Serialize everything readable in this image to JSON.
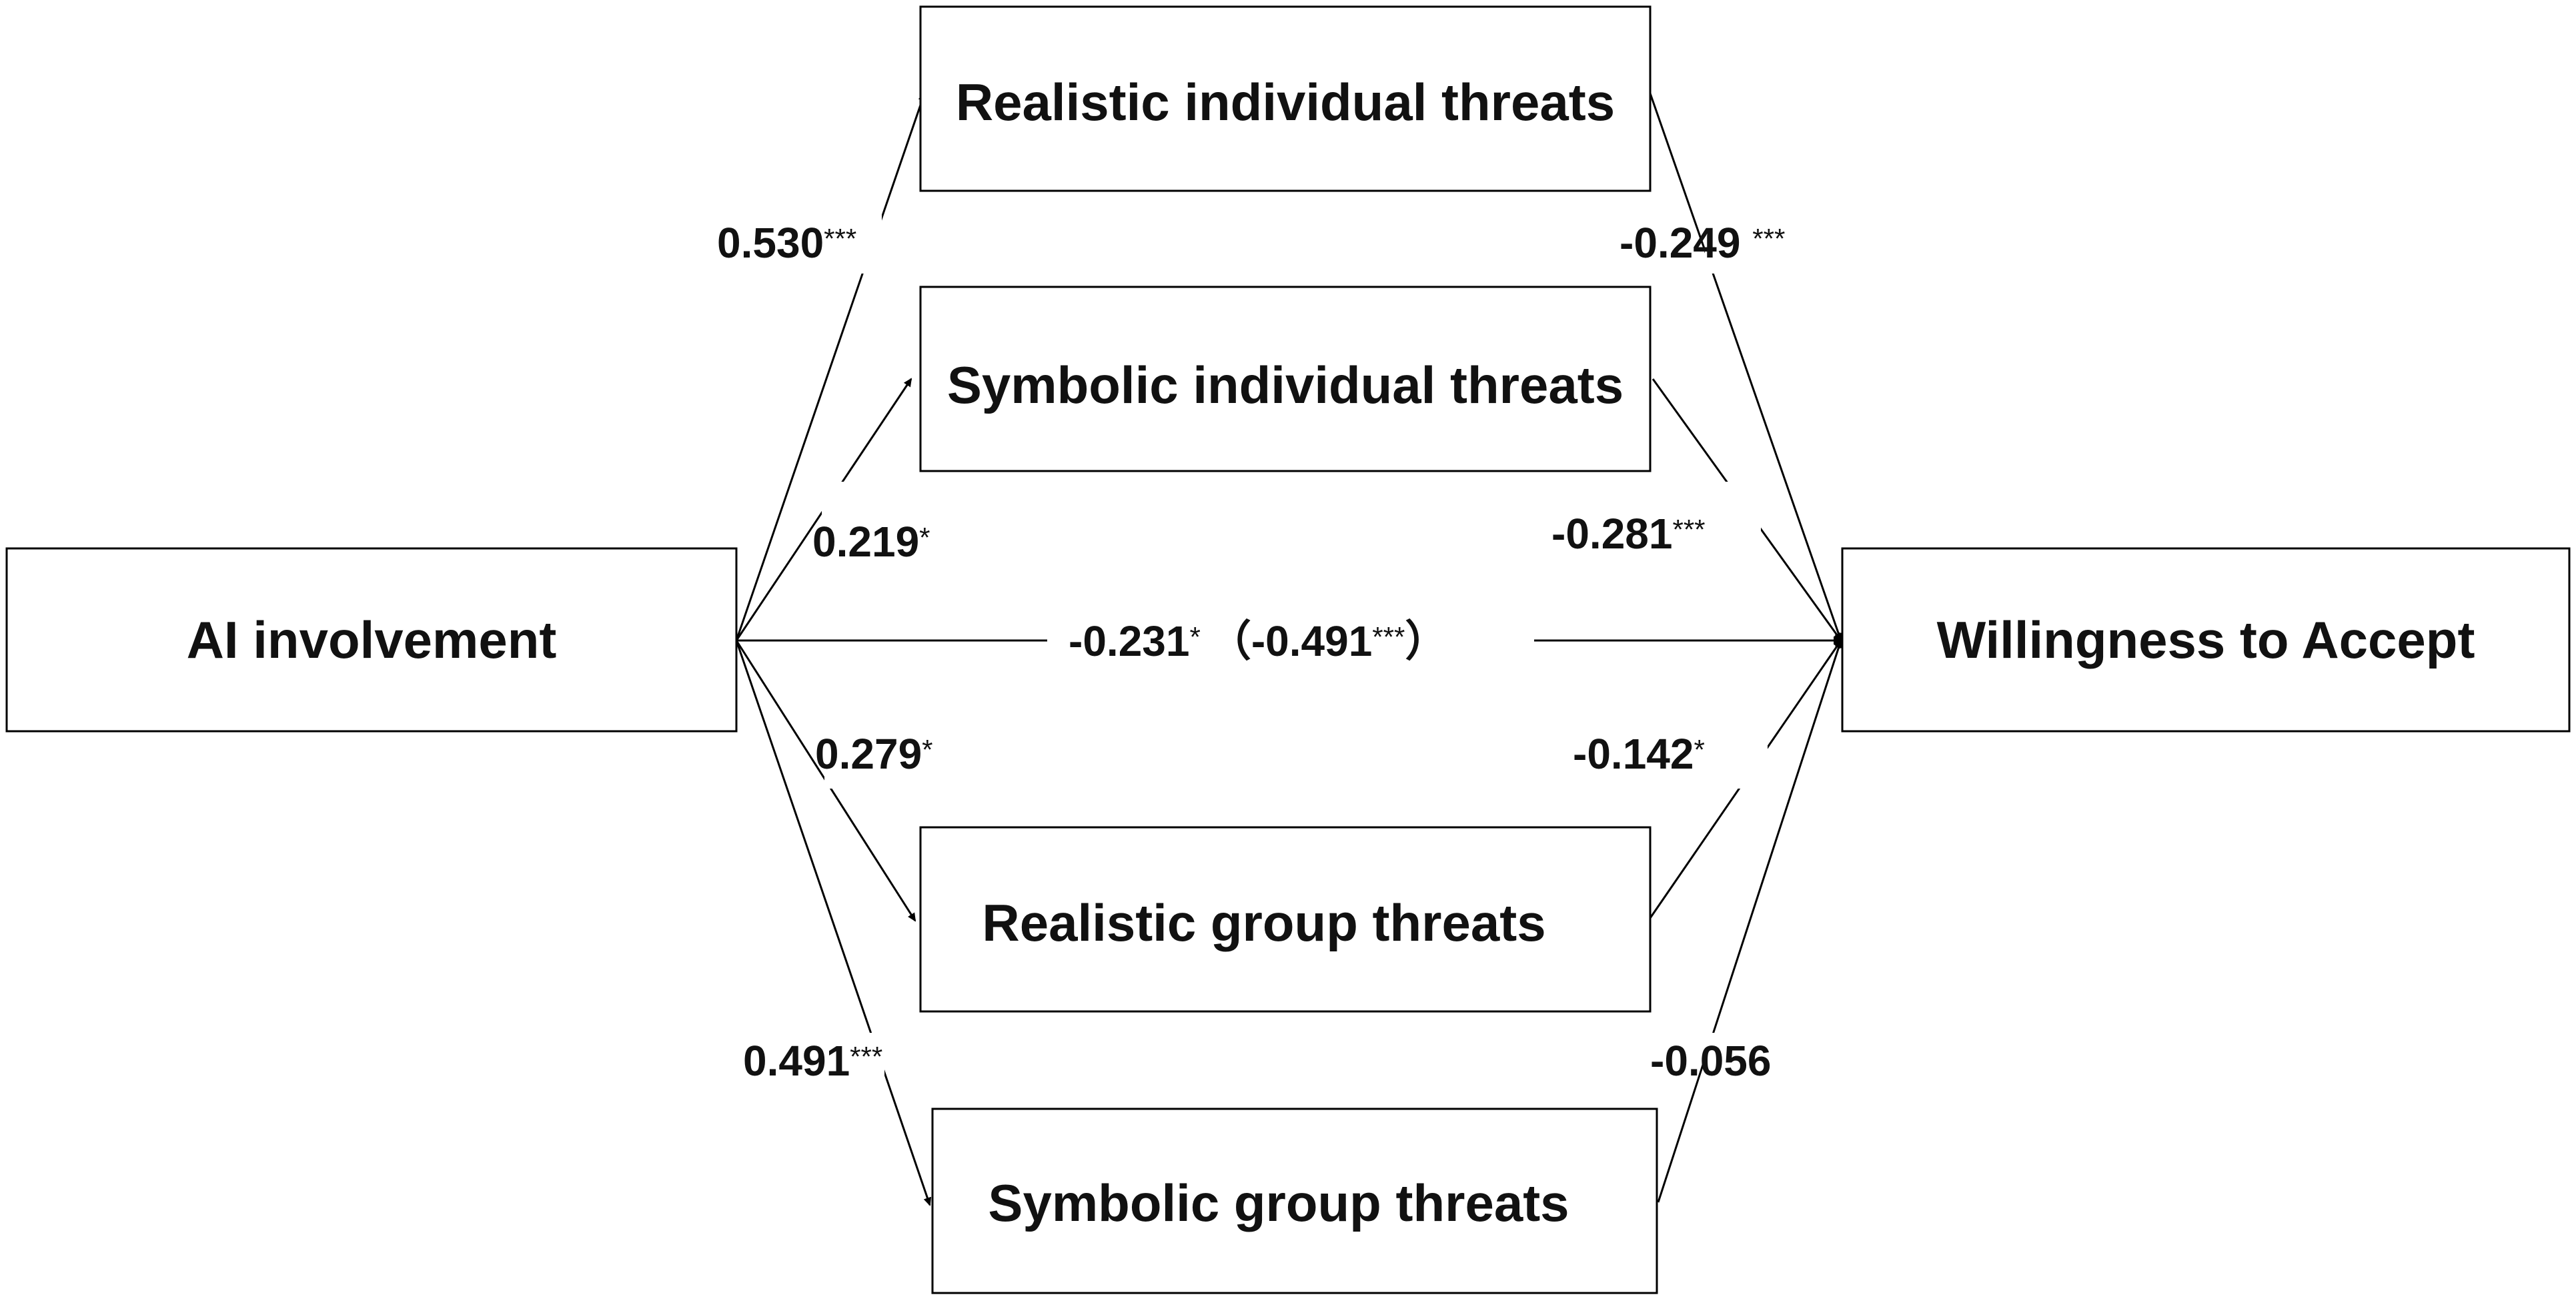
{
  "nodes": {
    "ai_involvement": "AI involvement",
    "willingness": "Willingness to Accept",
    "realistic_individual": "Realistic individual threats",
    "symbolic_individual": "Symbolic individual threats",
    "realistic_group": "Realistic group threats",
    "symbolic_group": "Symbolic group threats"
  },
  "paths": {
    "a_realistic_individual": {
      "value": "0.530",
      "sig": "***"
    },
    "a_symbolic_individual": {
      "value": "0.219",
      "sig": "*"
    },
    "a_realistic_group": {
      "value": "0.279",
      "sig": "*"
    },
    "a_symbolic_group": {
      "value": "0.491",
      "sig": "***"
    },
    "b_realistic_individual": {
      "value": "-0.249 ",
      "sig": "***"
    },
    "b_symbolic_individual": {
      "value": "-0.281",
      "sig": "***"
    },
    "b_realistic_group": {
      "value": "-0.142",
      "sig": "*"
    },
    "b_symbolic_group": {
      "value": "-0.056",
      "sig": ""
    },
    "direct": {
      "value": "-0.231",
      "sig": "*",
      "total_open": "（-0.491",
      "total_sig": "***",
      "total_close": "）"
    }
  },
  "colors": {
    "line": "#000000",
    "text": "#111111",
    "box_fill": "#ffffff"
  }
}
